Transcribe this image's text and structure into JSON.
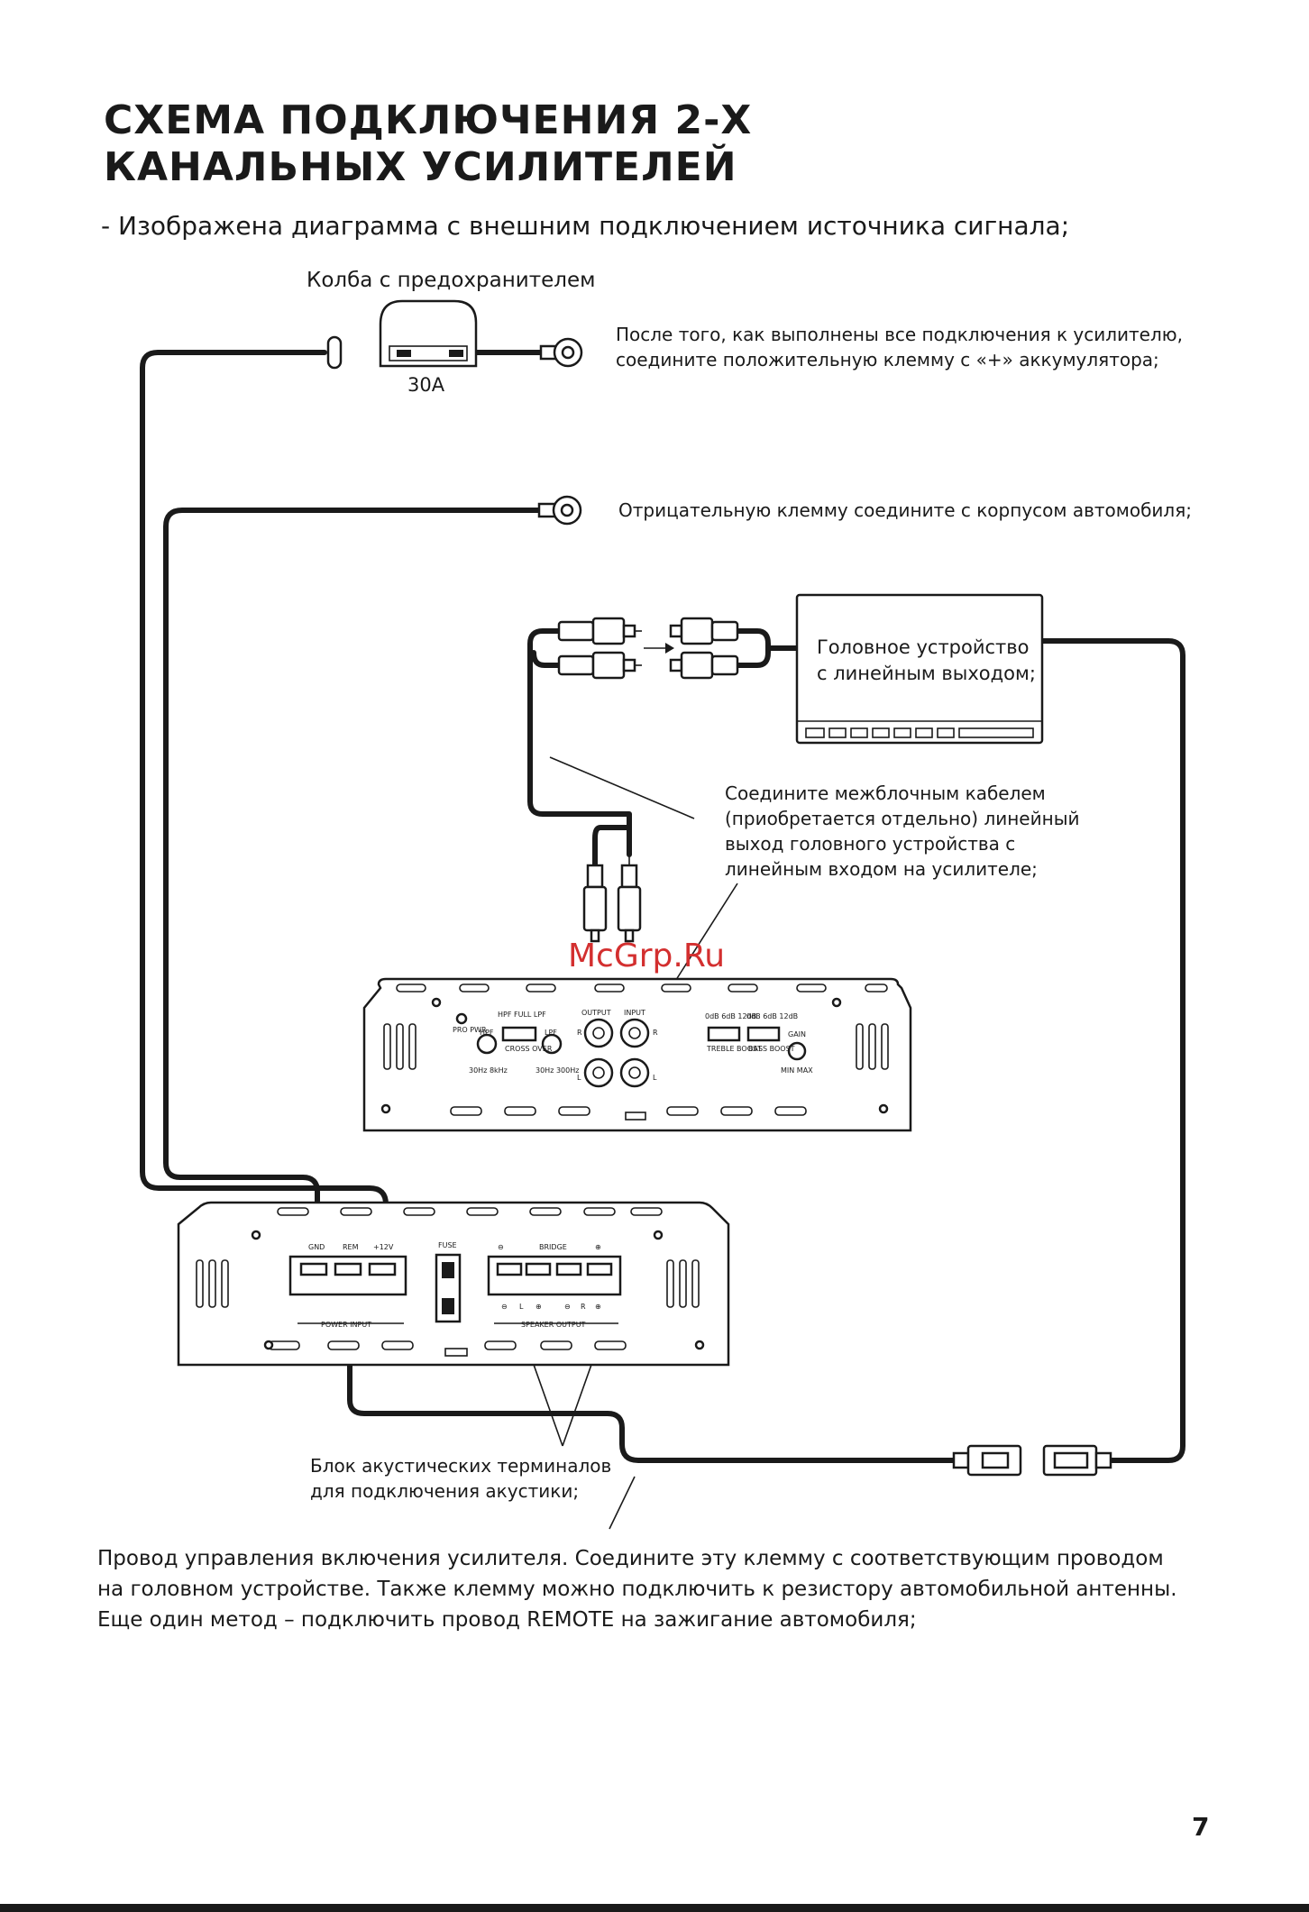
{
  "title_line1": "СХЕМА ПОДКЛЮЧЕНИЯ 2-Х",
  "title_line2": "КАНАЛЬНЫХ УСИЛИТЕЛЕЙ",
  "subtitle": "- Изображена диаграмма с внешним подключением источника сигнала;",
  "fuse_label": "Колба с предохранителем",
  "fuse_rating": "30A",
  "positive_note_1": "После того, как выполнены все подключения к усилителю,",
  "positive_note_2": "соедините положительную клемму с «+» аккумулятора;",
  "negative_note": "Отрицательную клемму соедините с корпусом автомобиля;",
  "head_unit_1": "Головное устройство",
  "head_unit_2": "с линейным выходом;",
  "rca_note": [
    "Соедините межблочным кабелем",
    "(приобретается отдельно) линейный",
    "выход головного устройства с",
    "линейным входом на усилителе;"
  ],
  "watermark": "McGrp.Ru",
  "amp_top_labels": {
    "pro_pwr": "PRO PWR",
    "hpf": "HPF",
    "lpf": "LPF",
    "crossover": "CROSS OVER",
    "hpf_full_lpf": "HPF FULL LPF",
    "hpf_range": "30Hz 8kHz",
    "lpf_range": "30Hz 300Hz",
    "output": "OUTPUT",
    "input": "INPUT",
    "r": "R",
    "l": "L",
    "treble_boost": "TREBLE BOOST",
    "bass_boost": "BASS BOOST",
    "db_scale": "0dB 6dB 12dB",
    "gain": "GAIN",
    "min_max": "MIN MAX"
  },
  "amp_bottom_labels": {
    "gnd": "GND",
    "rem": "REM",
    "plus12": "+12V",
    "fuse": "FUSE",
    "bridge": "BRIDGE",
    "power_input": "POWER INPUT",
    "speaker_output": "SPEAKER OUTPUT",
    "minus": "⊖",
    "plus": "⊕",
    "l": "L",
    "r": "R"
  },
  "speaker_note": [
    "Блок акустических терминалов",
    "для подключения акустики;"
  ],
  "bottom_note": [
    "Провод управления включения усилителя. Соедините эту клемму с соответствующим проводом",
    "на головном устройстве. Также клемму можно подключить к резистору автомобильной антенны.",
    "Еще один метод – подключить провод REMOTE на зажигание автомобиля;"
  ],
  "page_number": "7"
}
